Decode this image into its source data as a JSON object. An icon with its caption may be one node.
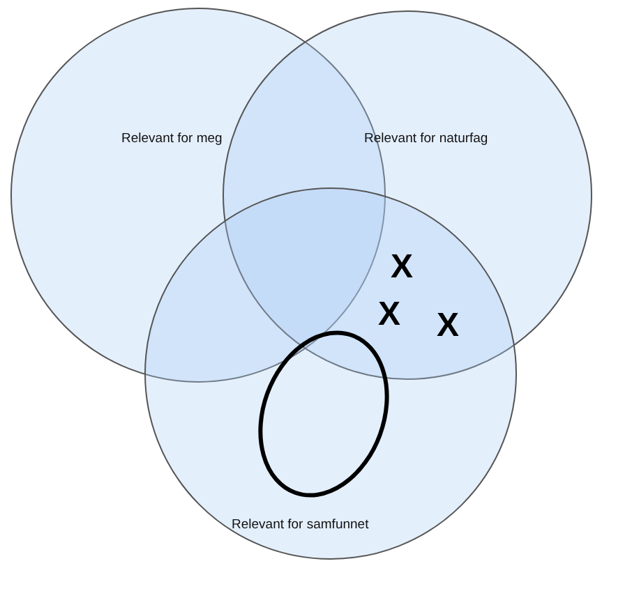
{
  "diagram": {
    "nodes": [
      {
        "text": [
          "Relevant for meg"
        ]
      },
      {
        "text": [
          "Relevant for naturfag"
        ]
      },
      {
        "text": [
          "Relevant for samfunnet"
        ]
      },
      {
        "text": [],
        "shape": "ellipse",
        "in": 2
      }
    ],
    "labels": [
      "X",
      "X",
      "X"
    ]
  }
}
